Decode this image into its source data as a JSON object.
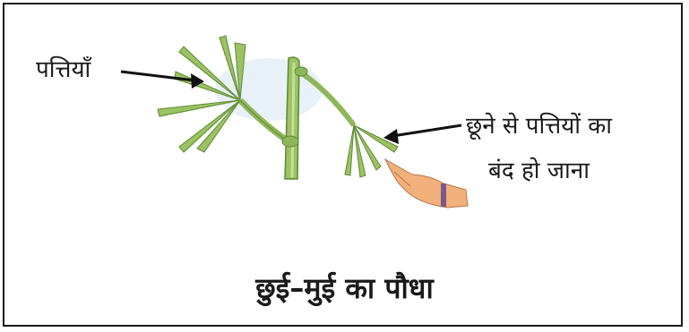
{
  "labels": {
    "leaves": "पत्तियाँ",
    "closing_line1": "छूने से पत्तियों का",
    "closing_line2": "बंद हो जाना"
  },
  "caption": "छुई–मुई का पौधा",
  "colors": {
    "border": "#1a1a1a",
    "stem": "#8fb65a",
    "leaf": "#9cc264",
    "leaf_dark": "#5d8a35",
    "skin": "#f2b07a",
    "sky_wash": "#dbe9f3"
  }
}
